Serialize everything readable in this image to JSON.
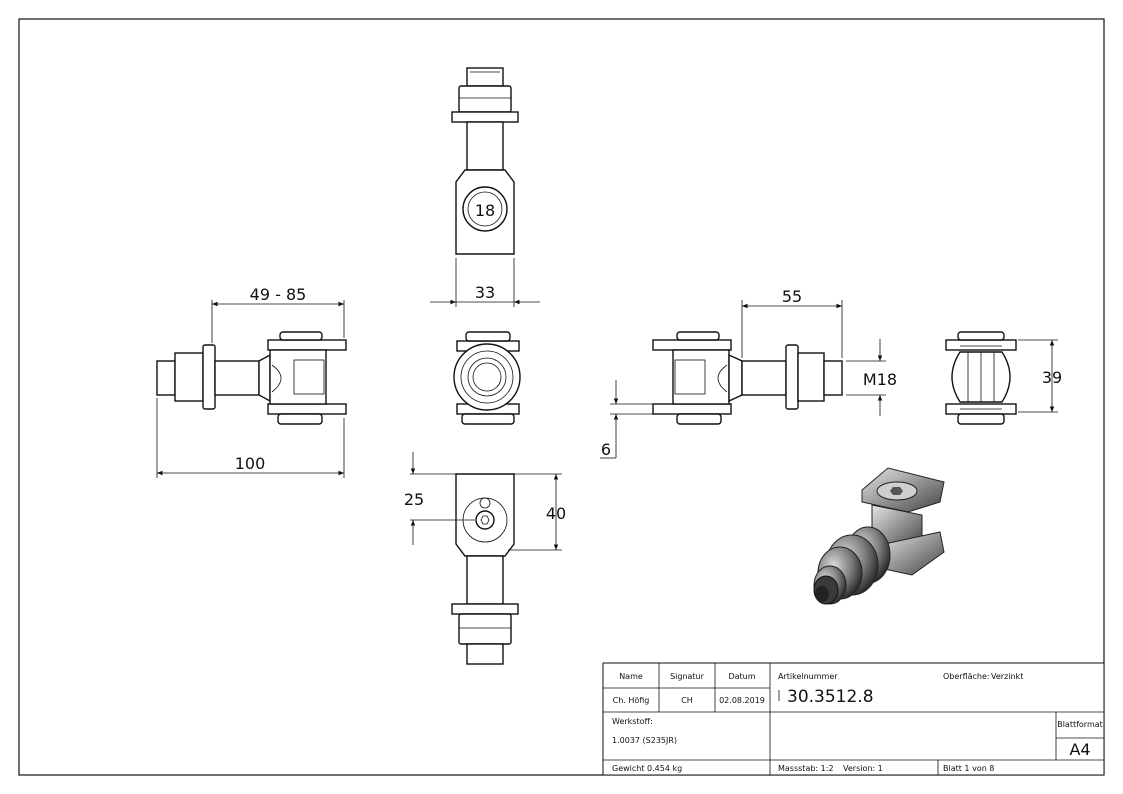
{
  "dimensions": {
    "adjust_range": "49 - 85",
    "overall_length": "100",
    "width_top": "33",
    "thread_length": "55",
    "thread_size": "M18",
    "height_right": "39",
    "plate_thickness": "6",
    "hole_offset": "25",
    "bracket_height": "40",
    "stamp_number": "18"
  },
  "title_block": {
    "headers": {
      "name": "Name",
      "signature": "Signatur",
      "date": "Datum"
    },
    "row": {
      "name": "Ch. Höfig",
      "signature": "CH",
      "date": "02.08.2019"
    },
    "article_label": "Artikelnummer",
    "article_number": "30.3512.8",
    "surface_label": "Oberfläche:",
    "surface_value": "Verzinkt",
    "material_label": "Werkstoff:",
    "material_value": "1.0037 (S235JR)",
    "format_label": "Blattformat",
    "format_value": "A4",
    "weight": "Gewicht 0.454 kg",
    "scale": "Massstab: 1:2",
    "version": "Version: 1",
    "sheet": "Blatt 1 von 8"
  }
}
